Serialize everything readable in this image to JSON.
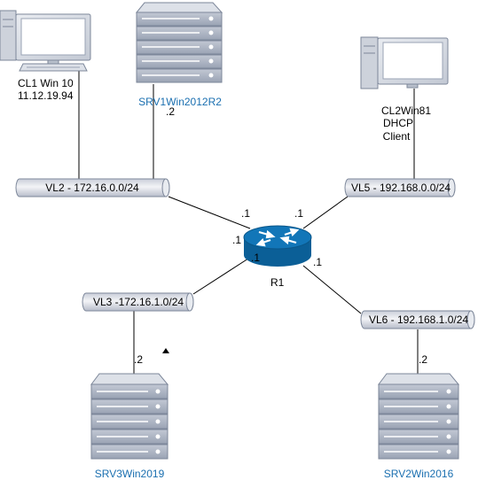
{
  "hosts": {
    "cl1": {
      "name": "CL1 Win 10",
      "ip": "11.12.19.94"
    },
    "cl2": {
      "name": "CL2Win81",
      "line2": "DHCP",
      "line3": "Client"
    },
    "srv1": {
      "name": "SRV1Win2012R2",
      "host_addr": ".2"
    },
    "srv2": {
      "name": "SRV2Win2016",
      "host_addr": ".2"
    },
    "srv3": {
      "name": "SRV3Win2019",
      "host_addr": ".2"
    }
  },
  "router": {
    "name": "R1"
  },
  "vlans": {
    "vl2": "VL2 - 172.16.0.0/24",
    "vl3": "VL3 -172.16.1.0/24",
    "vl5": "VL5 - 192.168.0.0/24",
    "vl6": "VL6 - 192.168.1.0/24"
  },
  "router_ports": {
    "vl2": ".1",
    "vl5": ".1",
    "vl3_upper": ".1",
    "vl3_lower": ".1",
    "vl6": ".1"
  },
  "colors": {
    "name_blue": "#1a6fb0",
    "device_fill": "#e6e9ef",
    "device_stroke": "#8894a8",
    "pipe_fill": "#d8dde6",
    "router_blue": "#0e6aa8"
  }
}
